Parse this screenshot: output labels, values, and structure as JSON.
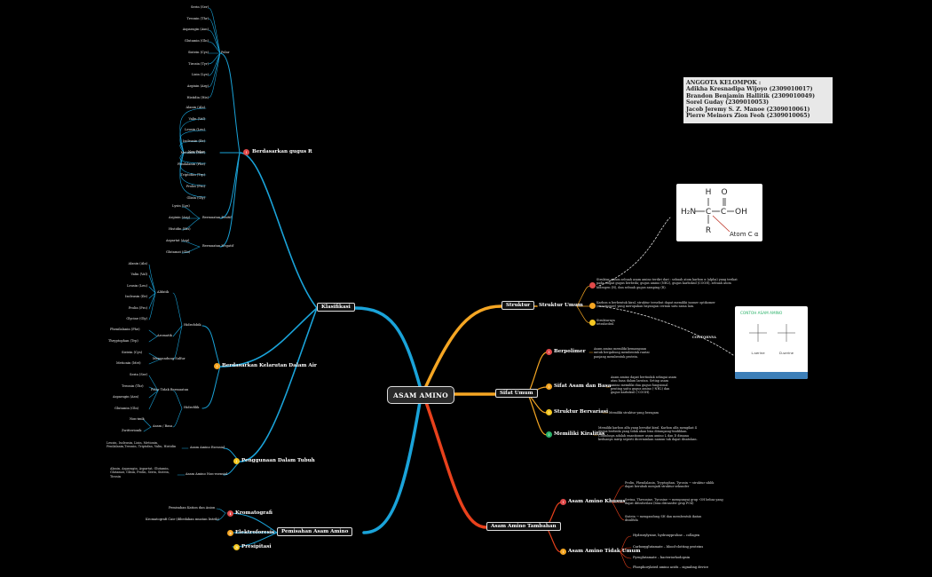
{
  "root": "ASAM AMINO",
  "members": {
    "title": "ANGGOTA KELOMPOK :",
    "names": [
      "Adikha Kresnadipa Wijoyo (2309010017)",
      "Brandon Benjamin Hallitik (2309010049)",
      "Sorel Guday (2309010053)",
      "Jacob Jeremy S. Z. Manoe (2309010061)",
      "Pierre Meinors Zion Feoh (2309010065)"
    ]
  },
  "klasifikasi": {
    "label": "Klasifikasi",
    "gugus": {
      "label": "Berdasarkan gugus R",
      "polar": {
        "label": "Polar",
        "items": [
          "Serin (Ser)",
          "Treonin (Thr)",
          "Asparagin (Asn)",
          "Glutamin (Gln)",
          "Sistein (Cys)",
          "Tirosin (Tyr)",
          "Lisin (Lys)",
          "Arginin (Arg)",
          "Histidin (His)"
        ]
      },
      "nonpolar": {
        "label": "Non-Polar",
        "items": [
          "Alanin (Ala)",
          "Valin (Val)",
          "Leusin (Leu)",
          "Isoleusin (Ile)",
          "Metionin (Met)",
          "Fenilalanin (Phe)",
          "Triptofan (Trp)",
          "Prolin (Pro)",
          "Glisin (Gly)"
        ]
      },
      "positif": {
        "label": "Bermuatan Positif",
        "items": [
          "Lysin (Lys)",
          "Arginin (Arg)",
          "Histidin (His)"
        ]
      },
      "negatif": {
        "label": "Bermuatan Negatif",
        "items": [
          "Aspartat (Asp)",
          "Glutamat (Glu)"
        ]
      }
    },
    "kelarutan": {
      "label": "Berdasarkan Kelarutan Dalam Air",
      "hidrofobik": {
        "label": "Hidrofobik",
        "alifatik": {
          "label": "Alifatik",
          "items": [
            "Alanin (Ala)",
            "Valin (Val)",
            "Leusin (Leu)",
            "Isoleusin (Ile)",
            "Prolin (Pro)",
            "Glycine (Gly)"
          ]
        },
        "aromatik": {
          "label": "Aromatik",
          "items": [
            "Phenilalanin (Phe)",
            "Thryptophan (Trp)"
          ]
        },
        "sulfur": {
          "label": "Mengandung Sulfur",
          "items": [
            "Sistein (Cys)",
            "Metionin (Met)"
          ]
        }
      },
      "hidrofilik": {
        "label": "Hidrofilik",
        "tidak_bermuatan": {
          "label": "Polar Tidak Bermuatan",
          "items": [
            "Serin (Ser)",
            "Treonin (Thr)",
            "Asparagin (Asn)",
            "Glutamin (Gln)"
          ]
        },
        "asam_basa": {
          "label": "Asam / Basa",
          "items": [
            "Non-imik",
            "Zwitterionik"
          ]
        }
      }
    },
    "penggunaan": {
      "label": "Penggunaan Dalam Tubuh",
      "esensial": {
        "label": "Asam Amino Esensial",
        "text": "Leusin, Isoleusin, Lisin, Metionin, Fenilalanin,Treonin, Triptofan, Valin, Histidin"
      },
      "nonesensial": {
        "label": "Asam Amino Non-esensial",
        "text": "Alanin, Asparagin, Aspartat, Glutamin, Glutamat, Glisin, Prolin, Serin, Sistein, Tirosin"
      }
    }
  },
  "pemisahan": {
    "label": "Pemisahan Asam Amino",
    "items": [
      {
        "label": "Kromatografi",
        "num": "1",
        "subs": [
          "Pemisahan Kation dan Anion",
          "Kromatografi Cair (dibedakan muatan listrik)"
        ]
      },
      {
        "label": "Elektroforesis",
        "num": "2",
        "subs": []
      },
      {
        "label": "Presipitasi",
        "num": "3",
        "subs": []
      }
    ]
  },
  "struktur": {
    "label": "Struktur",
    "umum": {
      "label": "Struktur Umum",
      "points": [
        "Struktur umum sebuah asam amino terdiri dari : sebuah atom karbon α (alpha) yang terikat pada empat gugus berbeda; gugus amino (NH2), gugus karboksil (COOH), sebuah atom hidrogen (H), dan sebuah gugus samping (R).",
        "Karbon α berbentuk kiral, struktur tersebut dapat memiliki isomer optikomer (enantiomer) yang merupakan bayangan cermin satu sama lain.",
        "Strukturnya tetrahedral"
      ]
    },
    "molecule": {
      "h": "H",
      "o": "O",
      "left": "H₂N",
      "c1": "C",
      "c2": "C",
      "oh": "OH",
      "r": "R",
      "atom": "Atom C α"
    },
    "contoh": {
      "label": "CONTOHNYA",
      "title": "CONTOH ASAM AMINO",
      "left": "L-serine",
      "right": "D-serine"
    }
  },
  "sifat": {
    "label": "Sifat Umum",
    "items": [
      {
        "label": "Berpolimer",
        "text": "Asam amino memiliki kemampuan untuk bergabung membentuk rantai panjang membentuk protein."
      },
      {
        "label": "Sifat Asam dan Basa",
        "text": "Asam amino dapat bertindak sebagai asam atau basa dalam larutan. Setiap asam amino memiliki dua gugus fungsional penting yaitu gugus amino (-NH2) dan gugus karboksil (-COOH)."
      },
      {
        "label": "Struktur Bervariasi",
        "text": "Memiliki struktur yang beragam"
      },
      {
        "label": "Memiliki Kiralitas",
        "text": "Memiliki karbon alfa yang bersifat kiral. Karbon alfa mengikat 4 gugus berbeda yang tidak akan bisa ditumpang-tindihkan. Contohnya adalah enantiomer asam amino L dan D dimana keduanya mirip seperti dicerminkan namun tak dapat disatukan."
      }
    ]
  },
  "tambahan": {
    "label": "Asam Amino Tambahan",
    "khusus": {
      "label": "Asam Amino Khusus",
      "items": [
        "Prolin, Phenilalanin, Tryptophan, Tyrosin → struktur siklik dapat berubah menjadi struktur sekunder",
        "Serina, Threonine, Tyrosine → mempunyai grup -OH bebas yang dapat difosforilasi (bisa ditransfer grup PO4)",
        "Sistein → mengandung SH dan membentuk ikatan disulfida"
      ]
    },
    "tidak_umum": {
      "label": "Asam Amino Tidak Umum",
      "items": [
        "Hydroxylysine, hydroxyproline – collagen",
        "Carboxyglutamate – blood-clotting proteins",
        "Pyroglutamate – bacteriorhodopsin",
        "Phosphorylated amino acids – signaling device"
      ]
    }
  },
  "colors": {
    "blue": "#1aa3d9",
    "orange": "#f5a623",
    "red": "#e8411c",
    "polar": "#e04a4a",
    "green": "#2db36b"
  }
}
